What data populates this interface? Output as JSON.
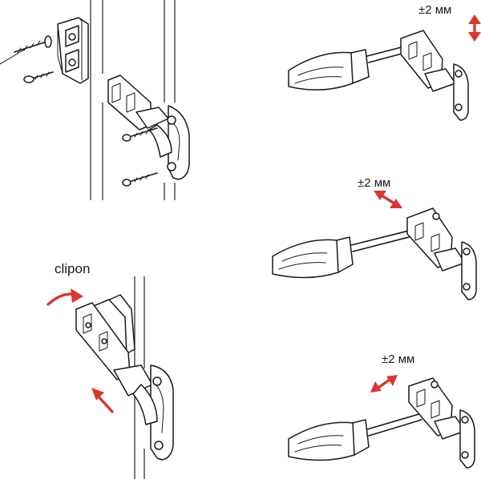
{
  "colors": {
    "accent": "#d9372f",
    "line": "#1a1a1a"
  },
  "labels": {
    "clip_on": "clipon",
    "adjust_vertical": "±2 мм",
    "adjust_depth": "±2 мм",
    "adjust_side": "±2 мм"
  },
  "icons": {
    "vertical_arrow": "double-arrow-vertical-icon",
    "depth_arrow": "double-arrow-diagonal-icon",
    "side_arrow": "double-arrow-diagonal-icon",
    "clip_arrow": "curved-arrow-icon",
    "push_arrow": "straight-arrow-icon"
  }
}
